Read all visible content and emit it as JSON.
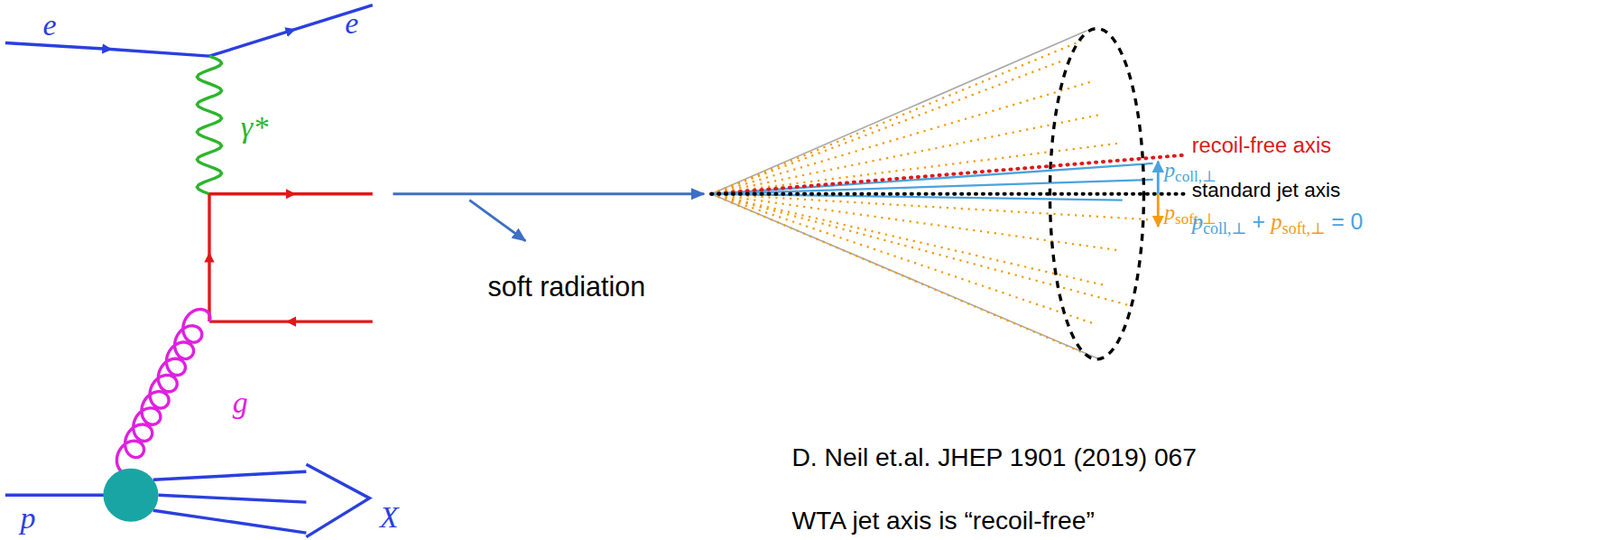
{
  "diagram": {
    "labels": [
      "e",
      "e",
      "γ*",
      "g",
      "p",
      "X",
      "soft radiation",
      "recoil-free axis",
      "standard jet axis",
      "p",
      "coll,⊥",
      "p",
      "soft,⊥",
      "p",
      "coll,⊥",
      "+",
      "p",
      "soft,⊥",
      "= 0",
      "D. Neil et.al. JHEP 1901 (2019) 067",
      "WTA jet axis is “recoil-free”"
    ]
  }
}
